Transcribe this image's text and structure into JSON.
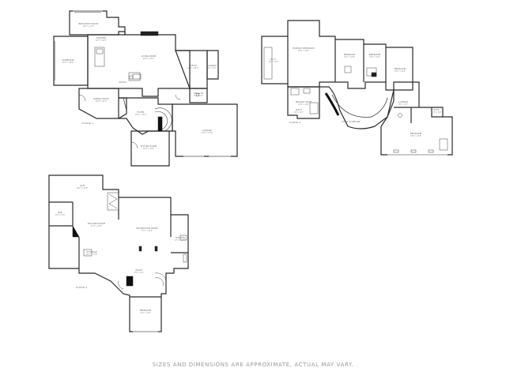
{
  "rooms": [
    {
      "id": "breakfast",
      "name": "BREAKFAST NOOK",
      "dim": "16'0\" x 11'5\""
    },
    {
      "id": "kitchen",
      "name": "KITCHEN",
      "dim": "22'7\" x 18'7\""
    },
    {
      "id": "sunroom",
      "name": "SUNROOM",
      "dim": "25'0\" x 16'0\""
    },
    {
      "id": "living",
      "name": "LIVING ROOM",
      "dim": "26'6\" x 22'0\""
    },
    {
      "id": "dining",
      "name": "DINING ROOM",
      "dim": "16'8\" x 14'5\""
    },
    {
      "id": "office1",
      "name": "OFFICE",
      "dim": "12'0\" x 12'0\""
    },
    {
      "id": "foyer",
      "name": "FOYER",
      "dim": "18'4\" x 14'4\""
    },
    {
      "id": "sitting",
      "name": "SITTING ROOM",
      "dim": "16'8\" x 12'0\""
    },
    {
      "id": "garage",
      "name": "GARAGE",
      "dim": "34'0\" x 23'8\""
    },
    {
      "id": "laundry1",
      "name": "LAUNDRY",
      "dim": "9'0\" x 6'0\""
    },
    {
      "id": "walkin",
      "name": "WALK-IN",
      "dim": "8'0\" x 6'4\""
    },
    {
      "id": "primary",
      "name": "PRIMARY BEDROOM",
      "dim": "22'6\" x 19'2\""
    },
    {
      "id": "bed2",
      "name": "BEDROOM",
      "dim": "14'7\" x 13'6\""
    },
    {
      "id": "bed3",
      "name": "BEDROOM",
      "dim": "14'3\" x 12'0\""
    },
    {
      "id": "bed4",
      "name": "BEDROOM",
      "dim": "15'0\" x 14'0\""
    },
    {
      "id": "primbath",
      "name": "PRIMARY BATH",
      "dim": "16'6\" x 12'6\""
    },
    {
      "id": "opentobelow",
      "name": "OPEN TO BELOW",
      "dim": ""
    },
    {
      "id": "laundry2",
      "name": "LAUNDRY",
      "dim": "8'0\" x 7'0\""
    },
    {
      "id": "attic",
      "name": "ATTIC",
      "dim": "12'0\" x 8'0\""
    },
    {
      "id": "bonus",
      "name": "BEDROOM",
      "dim": "24'8\" x 22'0\""
    },
    {
      "id": "wic",
      "name": "W.I.C.",
      "dim": "10'7\" x 9'4\""
    },
    {
      "id": "bath",
      "name": "BATH",
      "dim": "8'6\" x 6'0\""
    },
    {
      "id": "gym",
      "name": "GYM",
      "dim": "18'0\" x 13'8\""
    },
    {
      "id": "bar",
      "name": "BAR",
      "dim": "10'0\" x 8'0\""
    },
    {
      "id": "billiard",
      "name": "BILLIARD ROOM",
      "dim": "22'3\" x 20'4\""
    },
    {
      "id": "recreation",
      "name": "RECREATION ROOM",
      "dim": "37'6\" x 26'0\""
    },
    {
      "id": "storage",
      "name": "STORAGE",
      "dim": "16'7\" x 11'9\""
    },
    {
      "id": "theater",
      "name": "THEATER",
      "dim": "17'0\" x 13'4\""
    },
    {
      "id": "equip",
      "name": "EQUIP.",
      "dim": "8'6\" x 6'4\""
    },
    {
      "id": "bedbsmt",
      "name": "BEDROOM",
      "dim": "17'0\" x 13'4\""
    }
  ],
  "floors": {
    "floor1": "FLOOR 1",
    "floor2": "FLOOR 2",
    "floor0": "FLOOR 0"
  },
  "disclaimer": "SIZES AND DIMENSIONS ARE APPROXIMATE, ACTUAL MAY VARY."
}
